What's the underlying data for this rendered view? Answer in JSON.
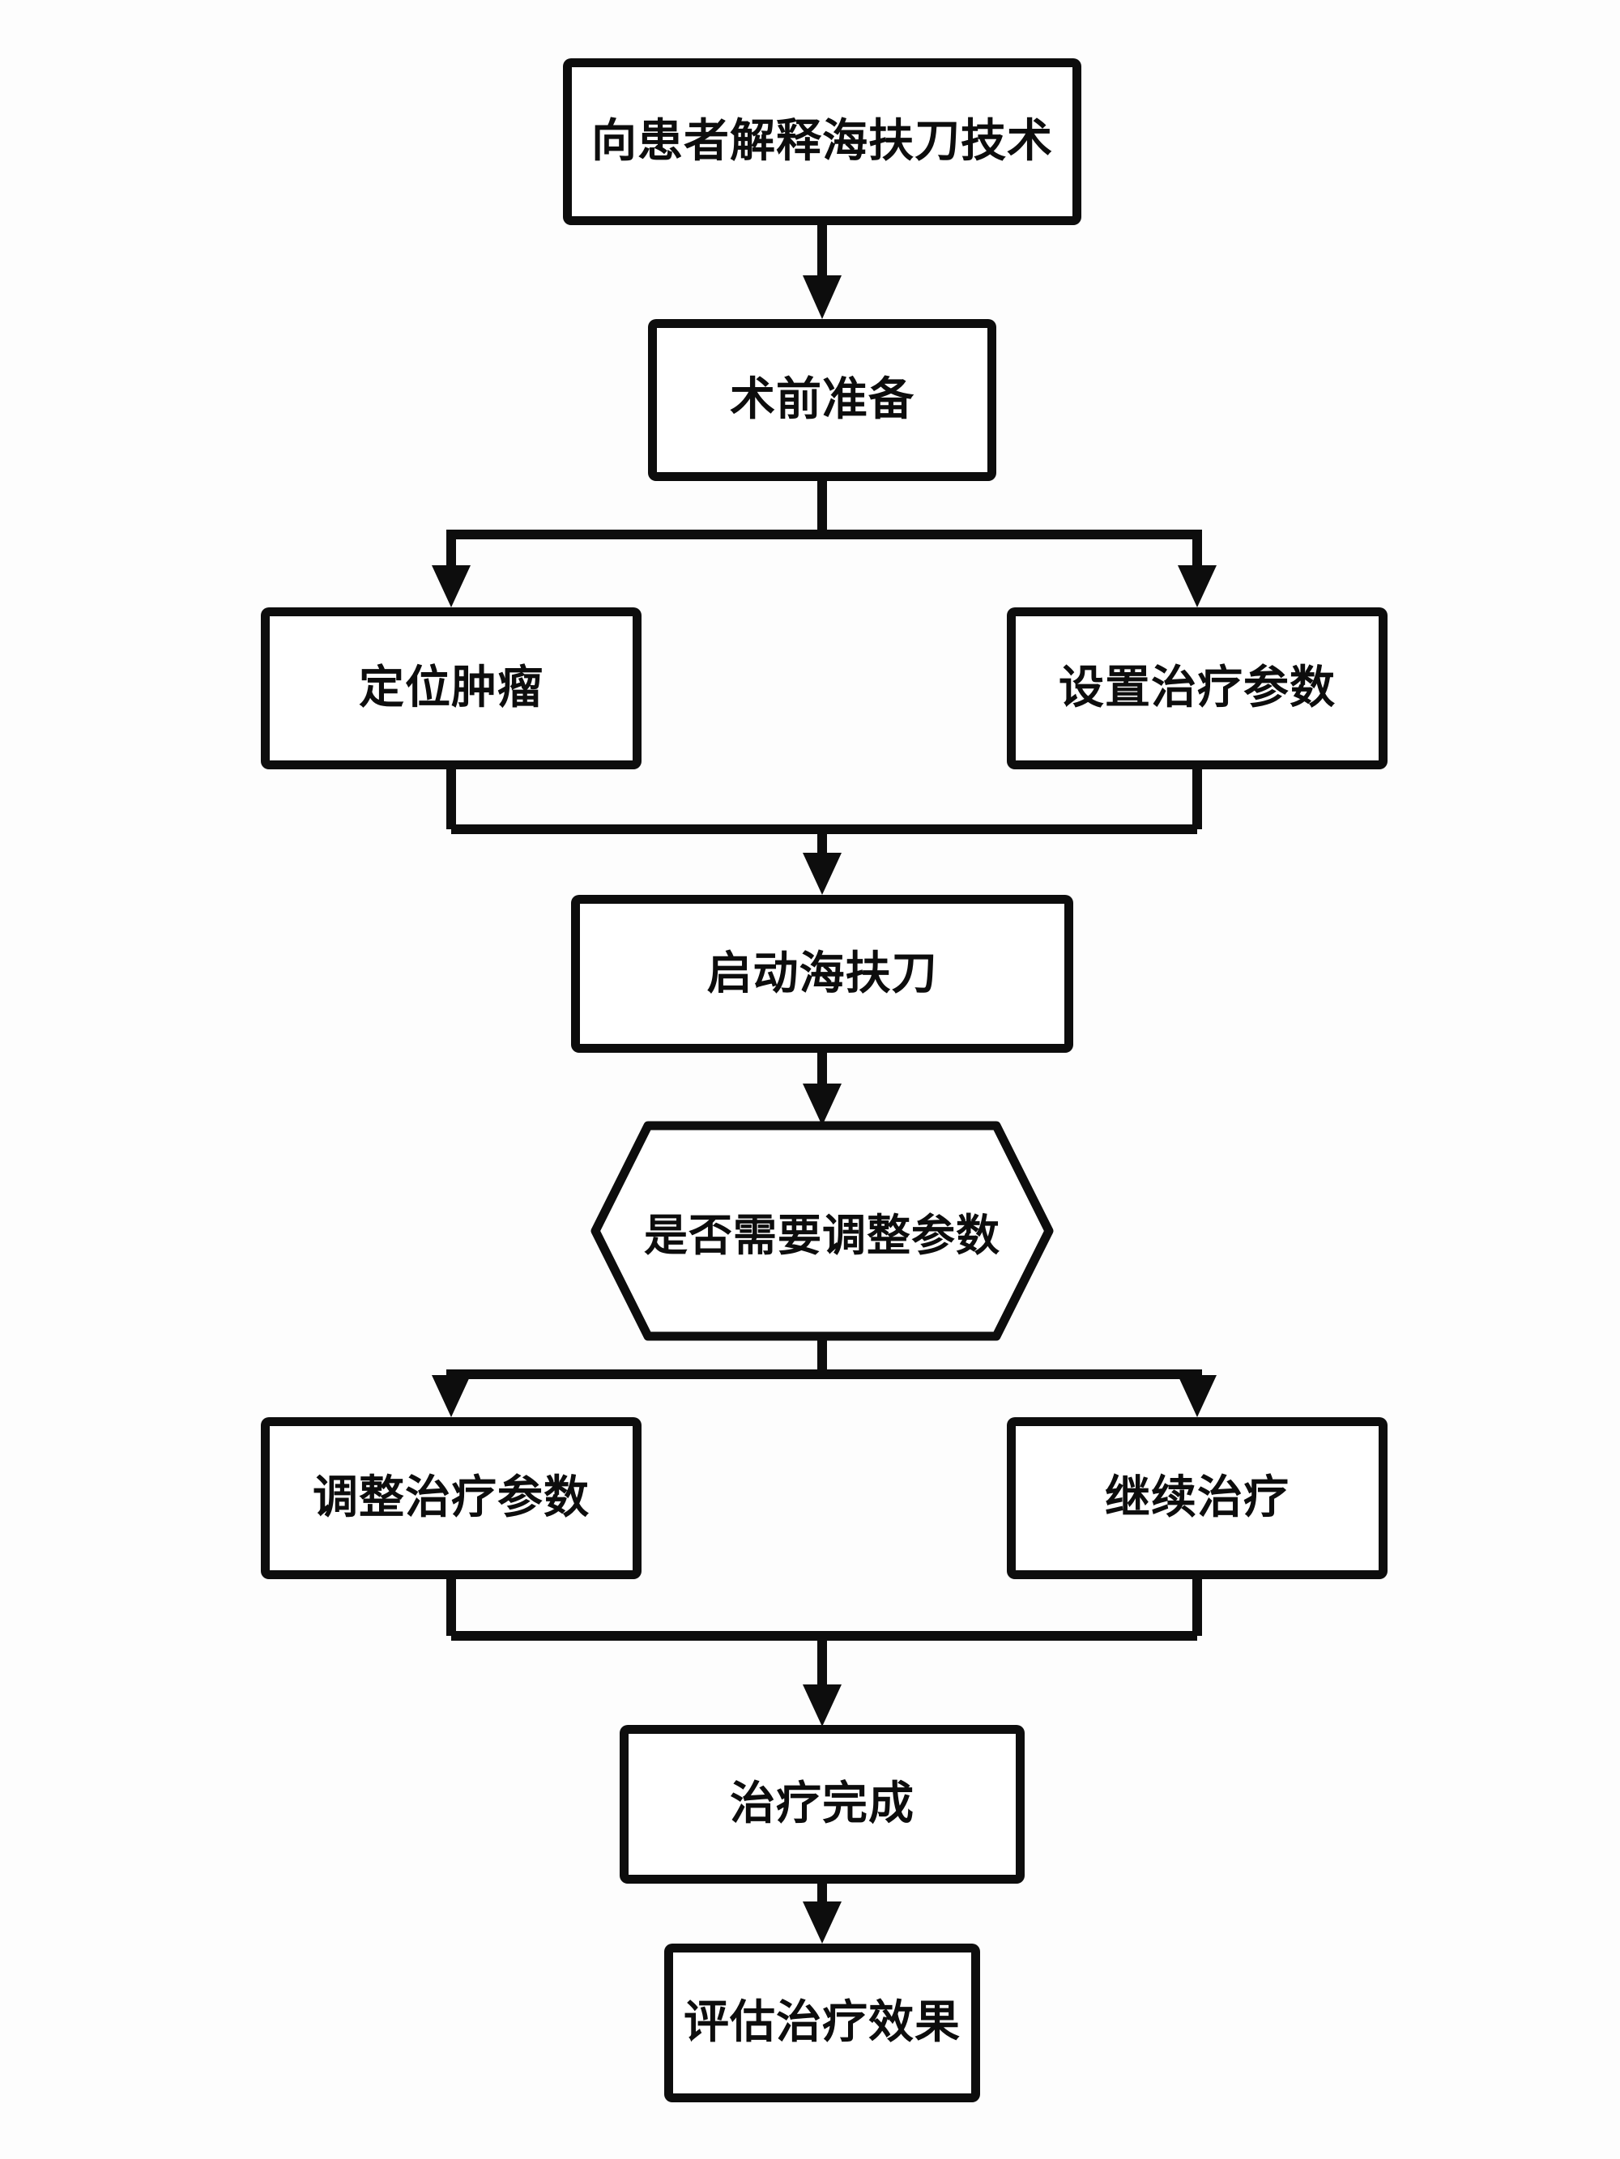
{
  "diagram": {
    "type": "flowchart",
    "direction": "top-down",
    "nodes": {
      "explain": {
        "label": "向患者解释海扶刀技术",
        "shape": "rect"
      },
      "prep": {
        "label": "术前准备",
        "shape": "rect"
      },
      "locate": {
        "label": "定位肿瘤",
        "shape": "rect"
      },
      "set_params": {
        "label": "设置治疗参数",
        "shape": "rect"
      },
      "start": {
        "label": "启动海扶刀",
        "shape": "rect"
      },
      "decision": {
        "label": "是否需要调整参数",
        "shape": "hexagon"
      },
      "adjust": {
        "label": "调整治疗参数",
        "shape": "rect"
      },
      "continue_treatment": {
        "label": "继续治疗",
        "shape": "rect"
      },
      "complete": {
        "label": "治疗完成",
        "shape": "rect"
      },
      "evaluate": {
        "label": "评估治疗效果",
        "shape": "rect"
      }
    },
    "edges": [
      {
        "from": "explain",
        "to": "prep"
      },
      {
        "from": "prep",
        "to": "locate"
      },
      {
        "from": "prep",
        "to": "set_params"
      },
      {
        "from": "locate",
        "to": "start"
      },
      {
        "from": "set_params",
        "to": "start"
      },
      {
        "from": "start",
        "to": "decision"
      },
      {
        "from": "decision",
        "to": "adjust"
      },
      {
        "from": "decision",
        "to": "continue_treatment"
      },
      {
        "from": "adjust",
        "to": "complete"
      },
      {
        "from": "continue_treatment",
        "to": "complete"
      },
      {
        "from": "complete",
        "to": "evaluate"
      }
    ],
    "colors": {
      "stroke": "#0d0d0d",
      "node_fill": "#ffffff",
      "background": "#fdfdfd",
      "text": "#0d0d0d"
    }
  }
}
